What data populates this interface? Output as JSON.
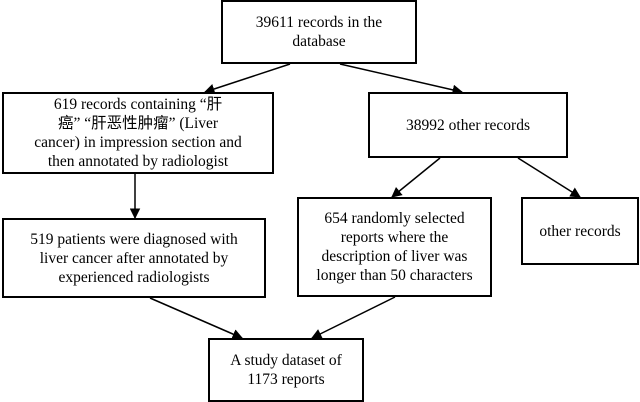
{
  "nodes": {
    "database": "39611 records in the\ndatabase",
    "liver_keyword": "619 records containing “肝\n癌” “肝恶性肿瘤” (Liver\ncancer) in impression section and\nthen annotated by radiologist",
    "other_records_split": "38992 other records",
    "diagnosed": "519 patients were diagnosed with\nliver cancer after annotated by\nexperienced radiologists",
    "random_selected": "654 randomly selected\nreports where the\ndescription of liver was\nlonger than 50 characters",
    "other_records": "other records",
    "study_dataset": "A study dataset of\n1173 reports"
  },
  "edges": [
    {
      "from": "database",
      "to": "liver_keyword"
    },
    {
      "from": "database",
      "to": "other_records_split"
    },
    {
      "from": "liver_keyword",
      "to": "diagnosed"
    },
    {
      "from": "other_records_split",
      "to": "random_selected"
    },
    {
      "from": "other_records_split",
      "to": "other_records"
    },
    {
      "from": "diagnosed",
      "to": "study_dataset"
    },
    {
      "from": "random_selected",
      "to": "study_dataset"
    }
  ],
  "colors": {
    "stroke": "#000000",
    "background": "#ffffff"
  }
}
